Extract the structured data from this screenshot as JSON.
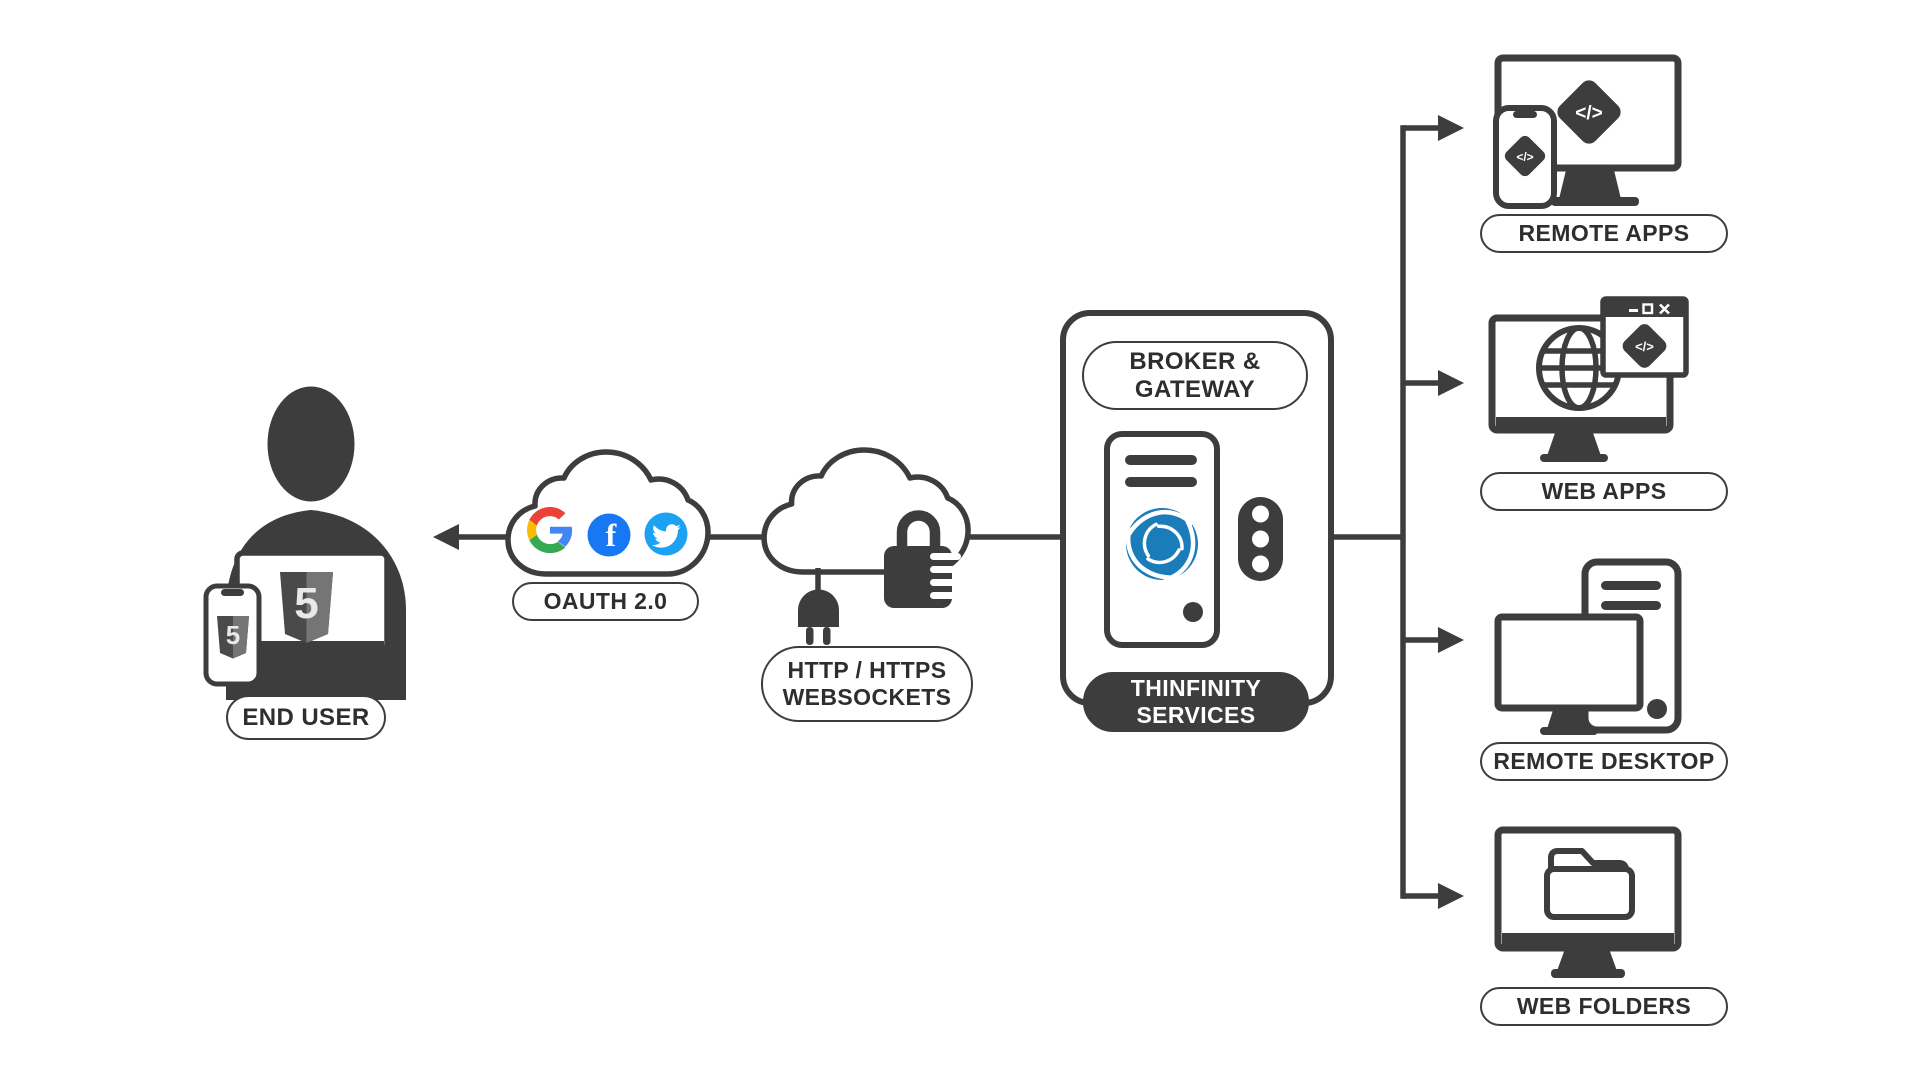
{
  "colors": {
    "ink": "#3d3d3d",
    "thinfinity_blue": "#1b7cba",
    "facebook_blue": "#1877f2",
    "twitter_blue": "#1da1f2",
    "google_blue": "#4285f4",
    "google_green": "#34a853",
    "google_yellow": "#fbbc05",
    "google_red": "#ea4335",
    "shield_dark": "#4a4a4a",
    "shield_light": "#757575"
  },
  "glyphs": {
    "code": "</>",
    "html5": "5",
    "facebook": "f"
  },
  "end_user": {
    "label": "END USER"
  },
  "oauth": {
    "label": "OAUTH 2.0"
  },
  "transport": {
    "line1": "HTTP / HTTPS",
    "line2": "WEBSOCKETS"
  },
  "broker": {
    "line1": "BROKER &",
    "line2": "GATEWAY"
  },
  "services": {
    "line1": "THINFINITY",
    "line2": "SERVICES"
  },
  "targets": [
    {
      "label": "REMOTE APPS"
    },
    {
      "label": "WEB APPS"
    },
    {
      "label": "REMOTE DESKTOP"
    },
    {
      "label": "WEB FOLDERS"
    }
  ]
}
